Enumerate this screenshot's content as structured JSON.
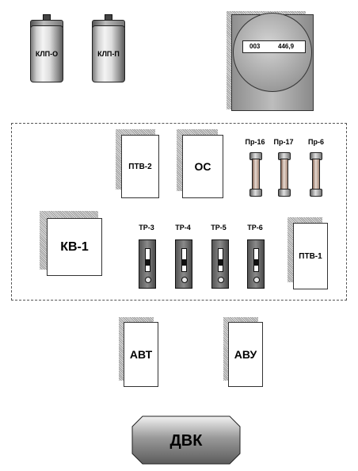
{
  "cylinders": [
    {
      "id": "klp-o",
      "label": "КЛП-О"
    },
    {
      "id": "klp-p",
      "label": "КЛП-П"
    }
  ],
  "meter": {
    "number": "003",
    "reading": "446,9"
  },
  "boxes": {
    "ptv2": "ПТВ-2",
    "os": "ОС",
    "kv1": "КВ-1",
    "ptv1": "ПТВ-1",
    "avt": "АВТ",
    "avu": "АВУ"
  },
  "fuses": [
    {
      "id": "pr16",
      "label": "Пр-16"
    },
    {
      "id": "pr17",
      "label": "Пр-17"
    },
    {
      "id": "pr6",
      "label": "Пр-6"
    }
  ],
  "relays": [
    {
      "id": "tr3",
      "label": "ТР-3"
    },
    {
      "id": "tr4",
      "label": "ТР-4"
    },
    {
      "id": "tr5",
      "label": "ТР-5"
    },
    {
      "id": "tr6",
      "label": "ТР-6"
    }
  ],
  "button": {
    "label": "ДВК"
  }
}
